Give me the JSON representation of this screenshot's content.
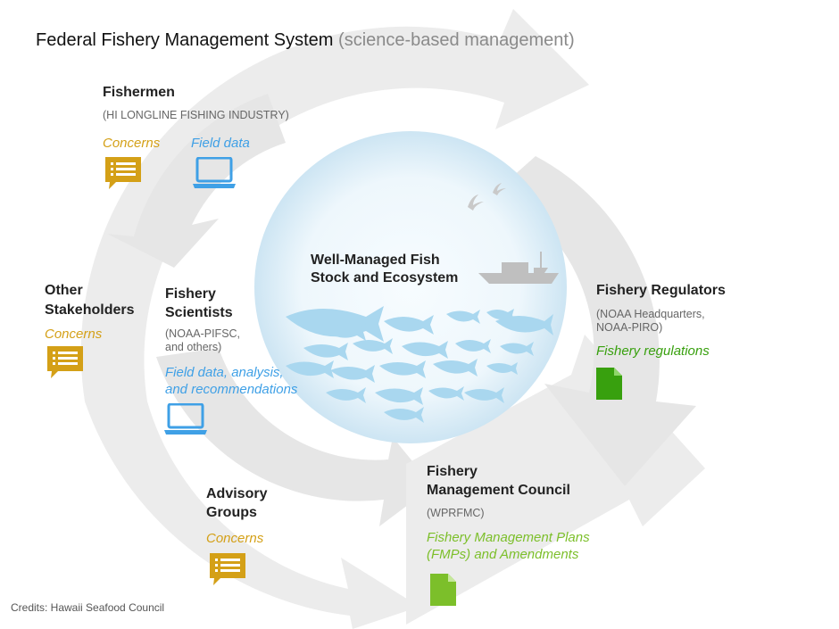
{
  "title": {
    "main": "Federal Fishery Management System",
    "sub": "(science-based management)"
  },
  "center": {
    "line1": "Well-Managed Fish",
    "line2": "Stock and Ecosystem"
  },
  "fishermen": {
    "name": "Fishermen",
    "org": "(HI LONGLINE FISHING INDUSTRY)",
    "concerns": "Concerns",
    "field_data": "Field data"
  },
  "other_stakeholders": {
    "line1": "Other",
    "line2": "Stakeholders",
    "concerns": "Concerns"
  },
  "scientists": {
    "line1": "Fishery",
    "line2": "Scientists",
    "org1": "(NOAA-PIFSC,",
    "org2": "and others)",
    "out1": "Field data, analysis,",
    "out2": "and recommendations"
  },
  "regulators": {
    "name": "Fishery Regulators",
    "org1": "(NOAA Headquarters,",
    "org2": "NOAA-PIRO)",
    "output": "Fishery regulations"
  },
  "council": {
    "line1": "Fishery",
    "line2": "Management Council",
    "org": "(WPRFMC)",
    "out1": "Fishery Management Plans",
    "out2": "(FMPs) and Amendments"
  },
  "advisory": {
    "line1": "Advisory",
    "line2": "Groups",
    "concerns": "Concerns"
  },
  "credits": "Credits: Hawaii Seafood Council",
  "colors": {
    "arrow": "#ebebeb",
    "circle_center": "#f4fafd",
    "circle_edge": "#cfe6f3",
    "fish": "#a7d6ee",
    "gold": "#d4a017",
    "blue": "#3fa0e6",
    "lime": "#7cbf2a",
    "green": "#38a00e"
  }
}
